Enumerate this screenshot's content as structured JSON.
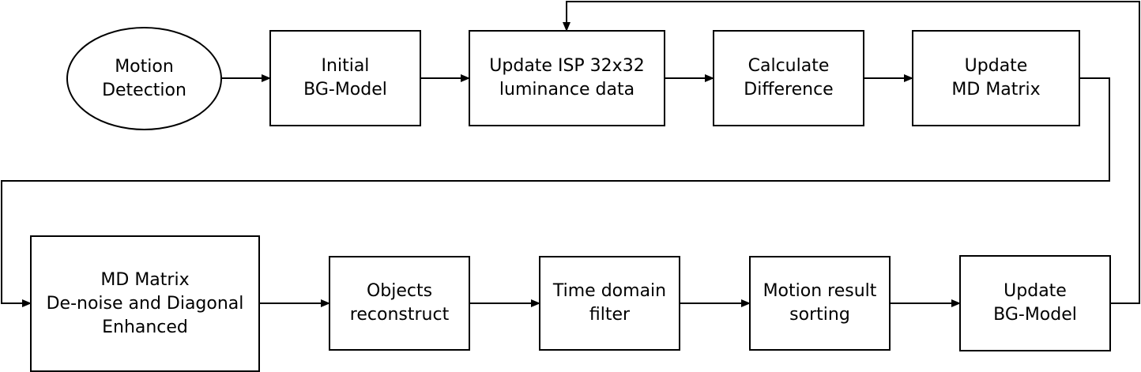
{
  "diagram": {
    "nodes": {
      "motion_detection": "Motion\nDetection",
      "initial_bg_model": "Initial\nBG-Model",
      "update_isp": "Update ISP 32x32\nluminance data",
      "calc_diff": "Calculate\nDifference",
      "update_md_matrix": "Update\nMD Matrix",
      "md_matrix_denoise": "MD Matrix\nDe-noise and Diagonal\nEnhanced",
      "objects_reconstruct": "Objects\nreconstruct",
      "time_domain_filter": "Time domain\nfilter",
      "motion_result_sorting": "Motion result\nsorting",
      "update_bg_model": "Update\nBG-Model"
    },
    "colors": {
      "stroke": "#000000",
      "fill": "#ffffff"
    }
  }
}
